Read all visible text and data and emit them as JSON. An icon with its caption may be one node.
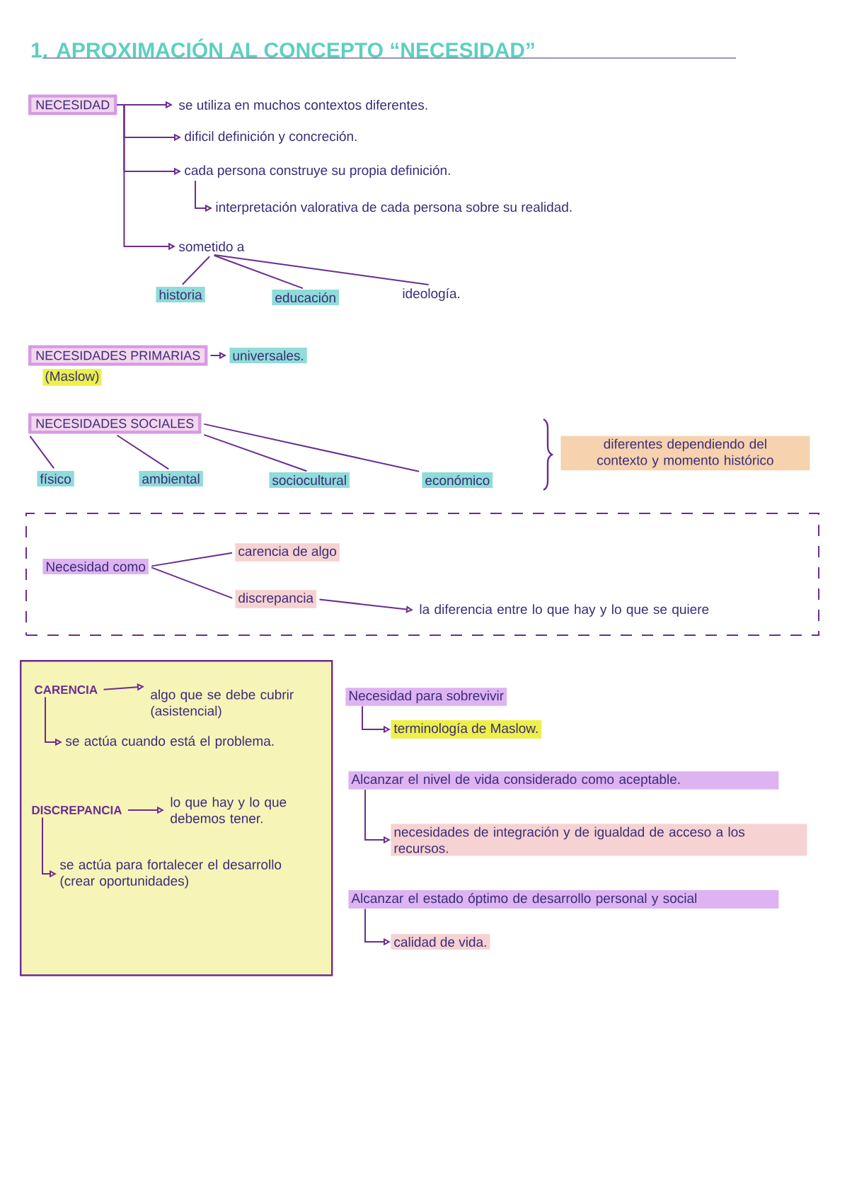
{
  "diagram": {
    "title": "1. APROXIMACIÓN AL CONCEPTO “NECESIDAD”",
    "nodes": [
      {
        "text": [
          "NECESIDAD"
        ]
      },
      {
        "text": [
          "se utiliza en muchos contextos diferentes."
        ]
      },
      {
        "text": [
          "dificil definición y concreción."
        ]
      },
      {
        "text": [
          "cada persona construye su propia definición."
        ]
      },
      {
        "text": [
          "interpretación valorativa de cada persona sobre su realidad."
        ]
      },
      {
        "text": [
          "sometido a"
        ]
      },
      {
        "text": [
          "historia"
        ]
      },
      {
        "text": [
          "educación"
        ]
      },
      {
        "text": [
          "ideología."
        ]
      },
      {
        "text": [
          "NECESIDADES PRIMARIAS"
        ],
        "beside": [
          "(Maslow)"
        ]
      },
      {
        "text": [
          "universales."
        ]
      },
      {
        "text": [
          "NECESIDADES SOCIALES"
        ]
      },
      {
        "text": [
          "físico"
        ]
      },
      {
        "text": [
          "ambiental"
        ]
      },
      {
        "text": [
          "sociocultural"
        ]
      },
      {
        "text": [
          "económico"
        ]
      },
      {
        "text": [
          "diferentes dependiendo del contexto y momento histórico"
        ]
      },
      {
        "text": [],
        "shape": "box"
      },
      {
        "text": [
          "Necesidad como"
        ],
        "in": 17
      },
      {
        "text": [
          "carencia de algo"
        ],
        "in": 17
      },
      {
        "text": [
          "discrepancia"
        ],
        "in": 17
      },
      {
        "text": [
          "la diferencia entre lo que hay y lo que se quiere"
        ],
        "in": 17
      },
      {
        "text": [],
        "shape": "box"
      },
      {
        "text": [
          "CARENCIA"
        ],
        "in": 22
      },
      {
        "text": [
          "algo que se debe cubrir (asistencial)"
        ],
        "in": 22
      },
      {
        "text": [
          "se actúa cuando está el problema."
        ],
        "in": 22
      },
      {
        "text": [
          "DISCREPANCIA"
        ],
        "in": 22
      },
      {
        "text": [
          "lo que hay y lo que debemos tener."
        ],
        "in": 22
      },
      {
        "text": [
          "se actúa para fortalecer el desarrollo (crear oportunidades)"
        ],
        "in": 22
      },
      {
        "text": [
          "Necesidad para sobrevivir"
        ]
      },
      {
        "text": [
          "terminología de Maslow."
        ]
      },
      {
        "text": [
          "Alcanzar el nivel de vida considerado como aceptable."
        ]
      },
      {
        "text": [
          "necesidades de integración y de igualdad de acceso a los recursos."
        ]
      },
      {
        "text": [
          "Alcanzar el estado óptimo de desarrollo personal y social"
        ]
      },
      {
        "text": [
          "calidad de vida."
        ]
      }
    ],
    "edges": [
      {
        "from": 0,
        "to": 1,
        "arrow": "to"
      },
      {
        "from": 0,
        "to": 2,
        "arrow": "to"
      },
      {
        "from": 0,
        "to": 3,
        "arrow": "to"
      },
      {
        "from": 3,
        "to": 4,
        "arrow": "to"
      },
      {
        "from": 0,
        "to": 5,
        "arrow": "to"
      },
      {
        "from": 5,
        "to": 6,
        "arrow": "none"
      },
      {
        "from": 5,
        "to": 7,
        "arrow": "none"
      },
      {
        "from": 5,
        "to": 8,
        "arrow": "none"
      },
      {
        "from": 9,
        "to": 10,
        "arrow": "to"
      },
      {
        "from": 11,
        "to": 12,
        "arrow": "none"
      },
      {
        "from": 11,
        "to": 13,
        "arrow": "none"
      },
      {
        "from": 11,
        "to": 14,
        "arrow": "none"
      },
      {
        "from": 11,
        "to": 15,
        "arrow": "none"
      },
      {
        "from": 18,
        "to": 19,
        "arrow": "none"
      },
      {
        "from": 18,
        "to": 20,
        "arrow": "none"
      },
      {
        "from": 20,
        "to": 21,
        "arrow": "to"
      },
      {
        "from": 23,
        "to": 24,
        "arrow": "to"
      },
      {
        "from": 23,
        "to": 25,
        "arrow": "to"
      },
      {
        "from": 26,
        "to": 27,
        "arrow": "to"
      },
      {
        "from": 26,
        "to": 28,
        "arrow": "to"
      },
      {
        "from": 29,
        "to": 30,
        "arrow": "to"
      },
      {
        "from": 31,
        "to": 32,
        "arrow": "to"
      },
      {
        "from": 33,
        "to": 34,
        "arrow": "to"
      }
    ]
  }
}
